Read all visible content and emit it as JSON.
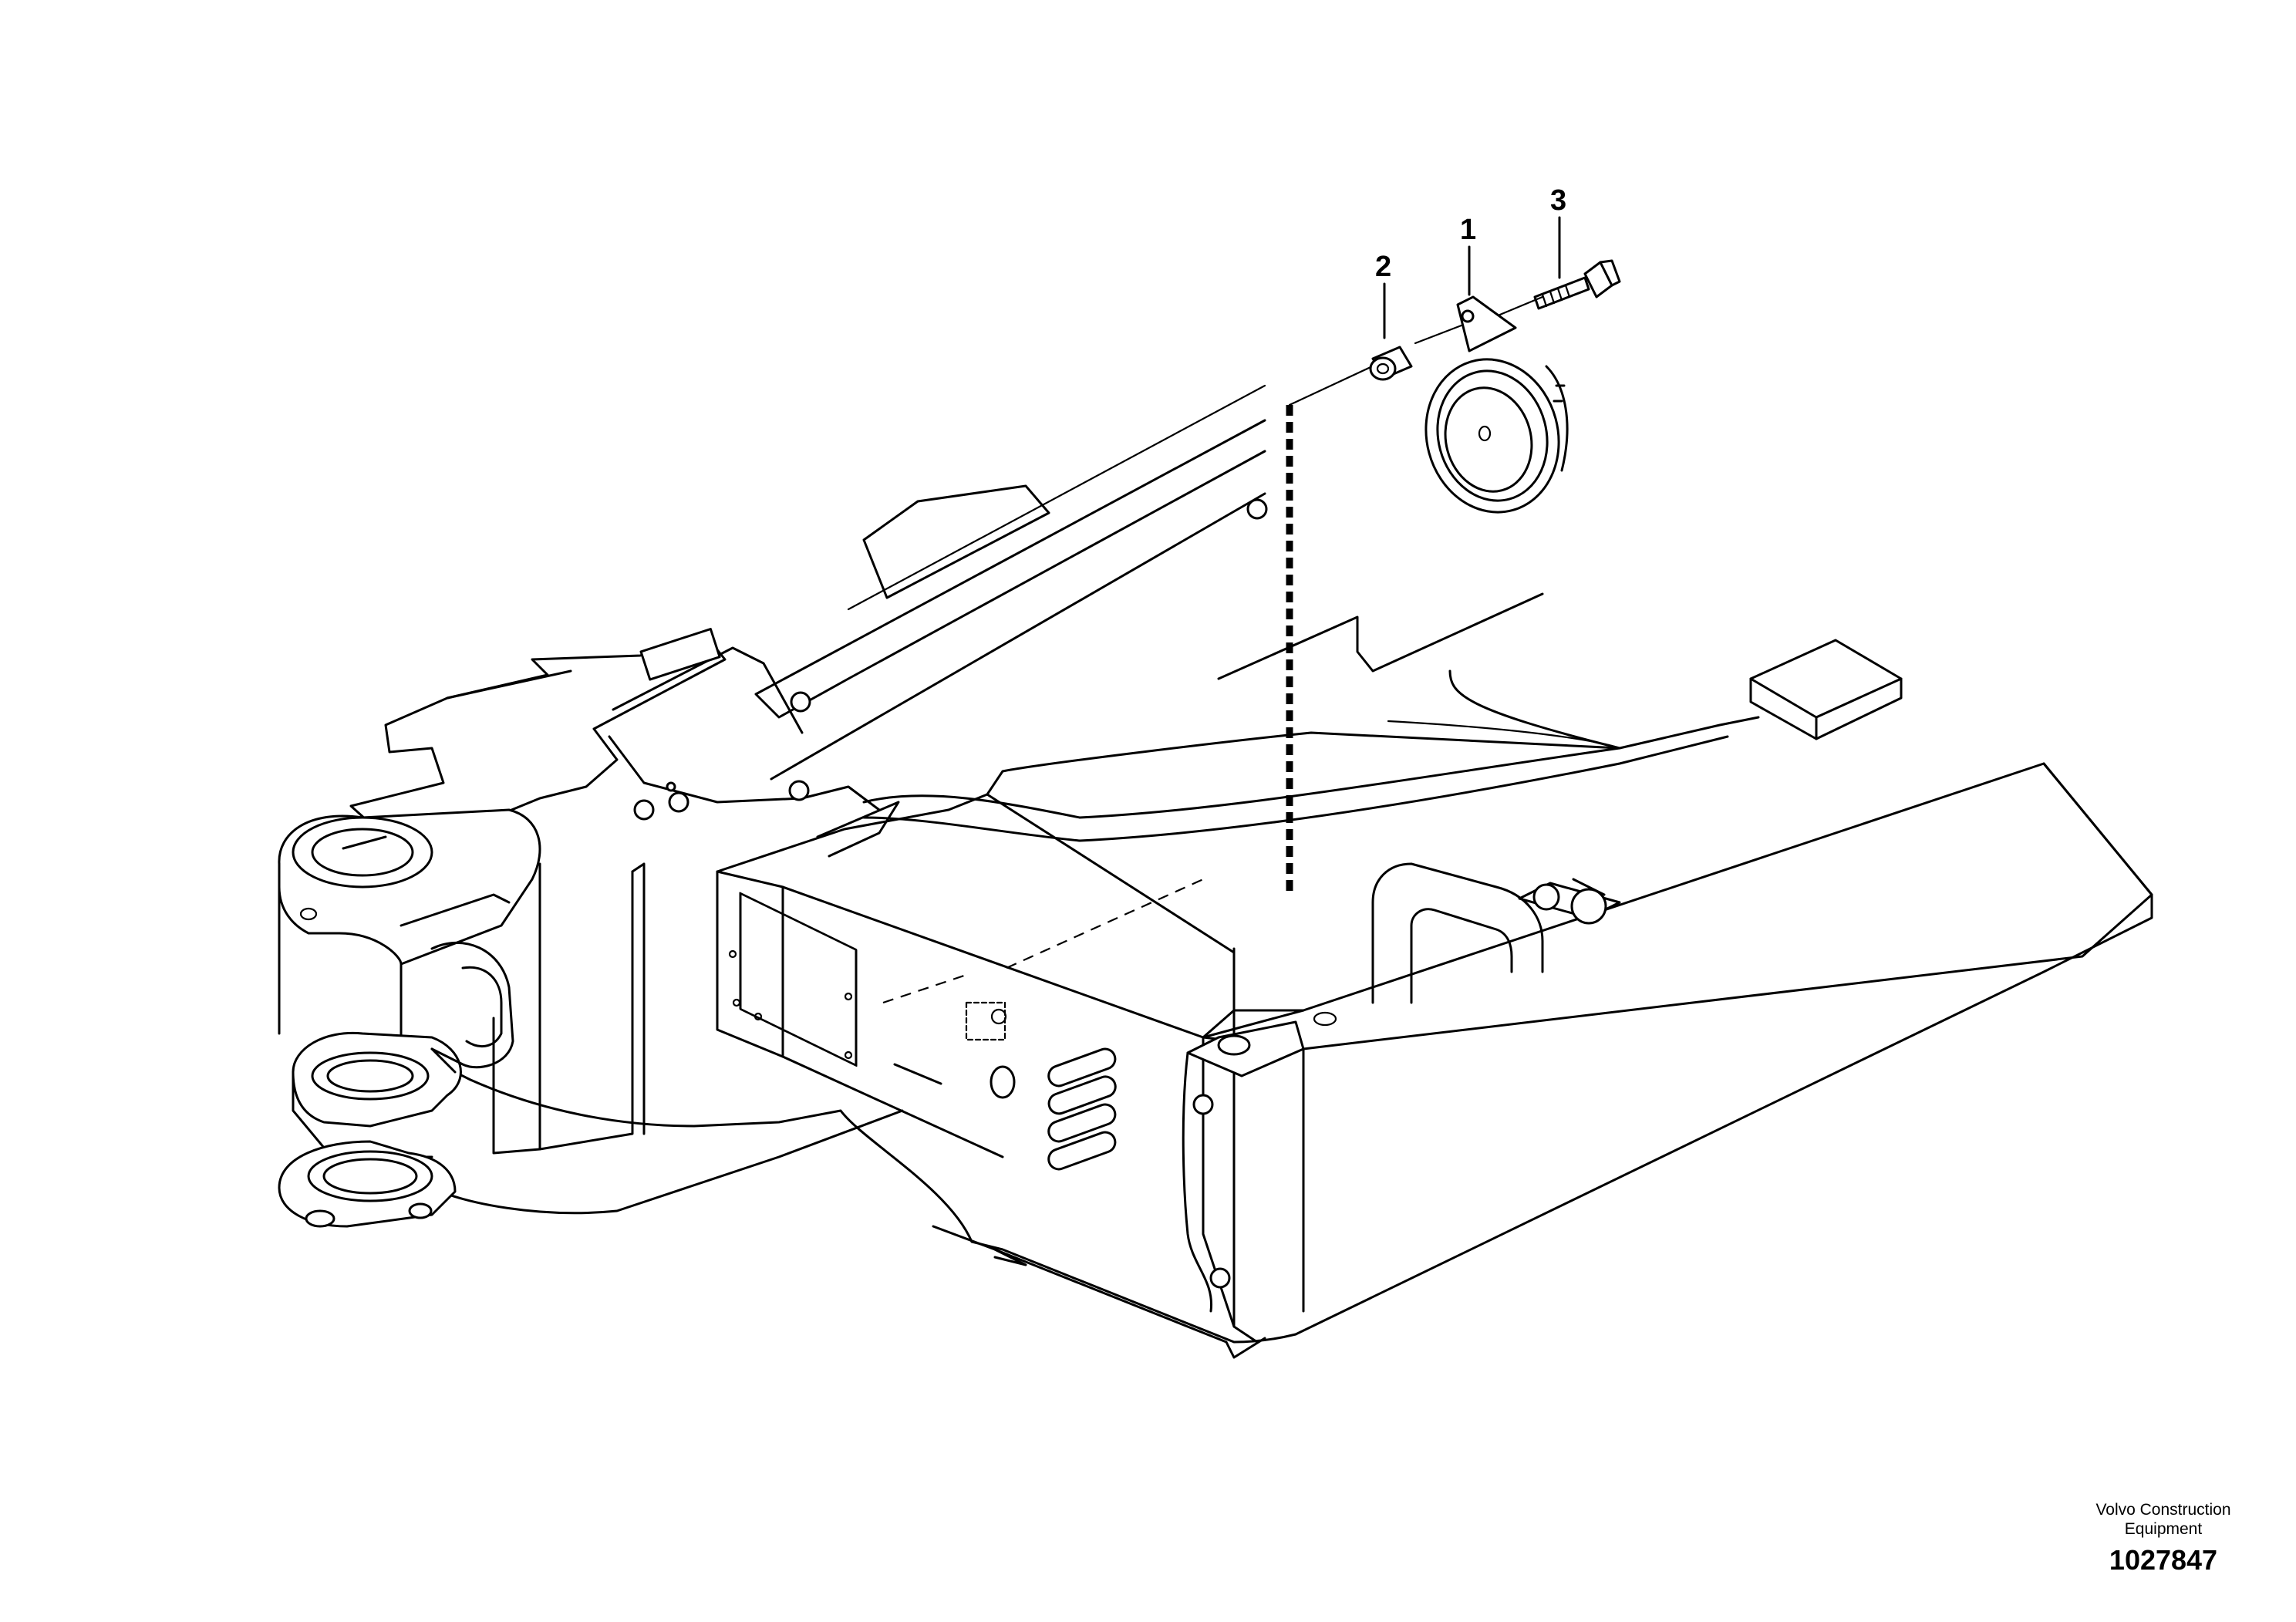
{
  "diagram": {
    "callouts": [
      {
        "id": "horn",
        "label": "1"
      },
      {
        "id": "spacer",
        "label": "2"
      },
      {
        "id": "screw",
        "label": "3"
      }
    ]
  },
  "credit": {
    "company_line1": "Volvo Construction",
    "company_line2": "Equipment",
    "drawing_number": "1027847"
  }
}
